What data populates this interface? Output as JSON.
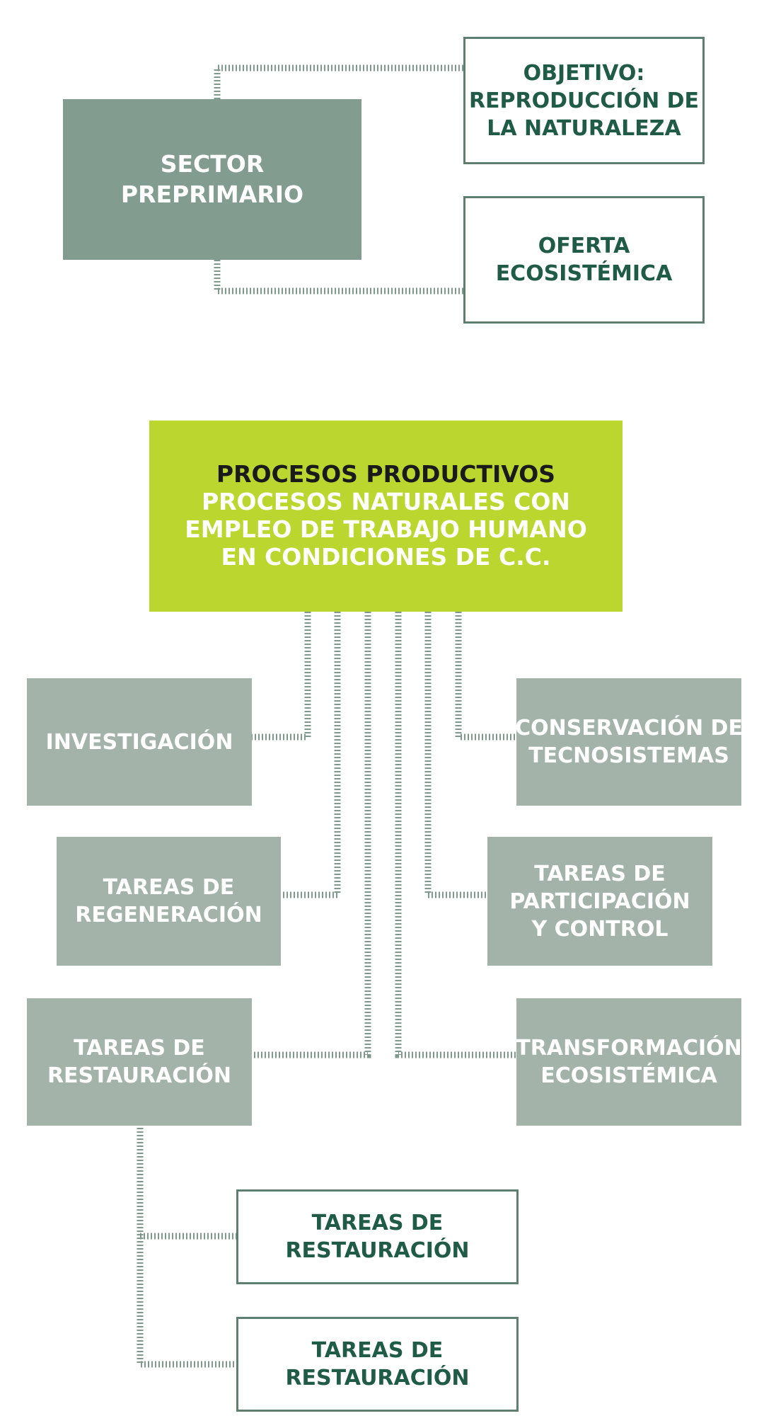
{
  "colors": {
    "dark_box": "#839c90",
    "light_box": "#a3b3aa",
    "lime_box": "#bcd630",
    "outline_border": "#5e7f6f",
    "outline_text": "#1f5b46",
    "connector": "#7f9a8c"
  },
  "sector": {
    "line1": "SECTOR",
    "line2": "PREPRIMARIO"
  },
  "objetivo": {
    "line1": "OBJETIVO:",
    "line2": "REPRODUCCIÓN DE",
    "line3": "LA NATURALEZA"
  },
  "oferta": {
    "line1": "OFERTA",
    "line2": "ECOSISTÉMICA"
  },
  "procesos": {
    "heading": "PROCESOS PRODUCTIVOS",
    "line1": "PROCESOS NATURALES CON",
    "line2": "EMPLEO DE TRABAJO HUMANO",
    "line3": "EN CONDICIONES DE C.C."
  },
  "investigacion": {
    "line1": "INVESTIGACIÓN"
  },
  "conservacion": {
    "line1": "CONSERVACIÓN DE",
    "line2": "TECNOSISTEMAS"
  },
  "regeneracion": {
    "line1": "TAREAS DE",
    "line2": "REGENERACIÓN"
  },
  "participacion": {
    "line1": "TAREAS DE",
    "line2": "PARTICIPACIÓN",
    "line3": "Y CONTROL"
  },
  "restauracion": {
    "line1": "TAREAS DE",
    "line2": "RESTAURACIÓN"
  },
  "transformacion": {
    "line1": "TRANSFORMACIÓN",
    "line2": "ECOSISTÉMICA"
  },
  "sub_restauracion_1": {
    "line1": "TAREAS DE",
    "line2": "RESTAURACIÓN"
  },
  "sub_restauracion_2": {
    "line1": "TAREAS DE",
    "line2": "RESTAURACIÓN"
  }
}
